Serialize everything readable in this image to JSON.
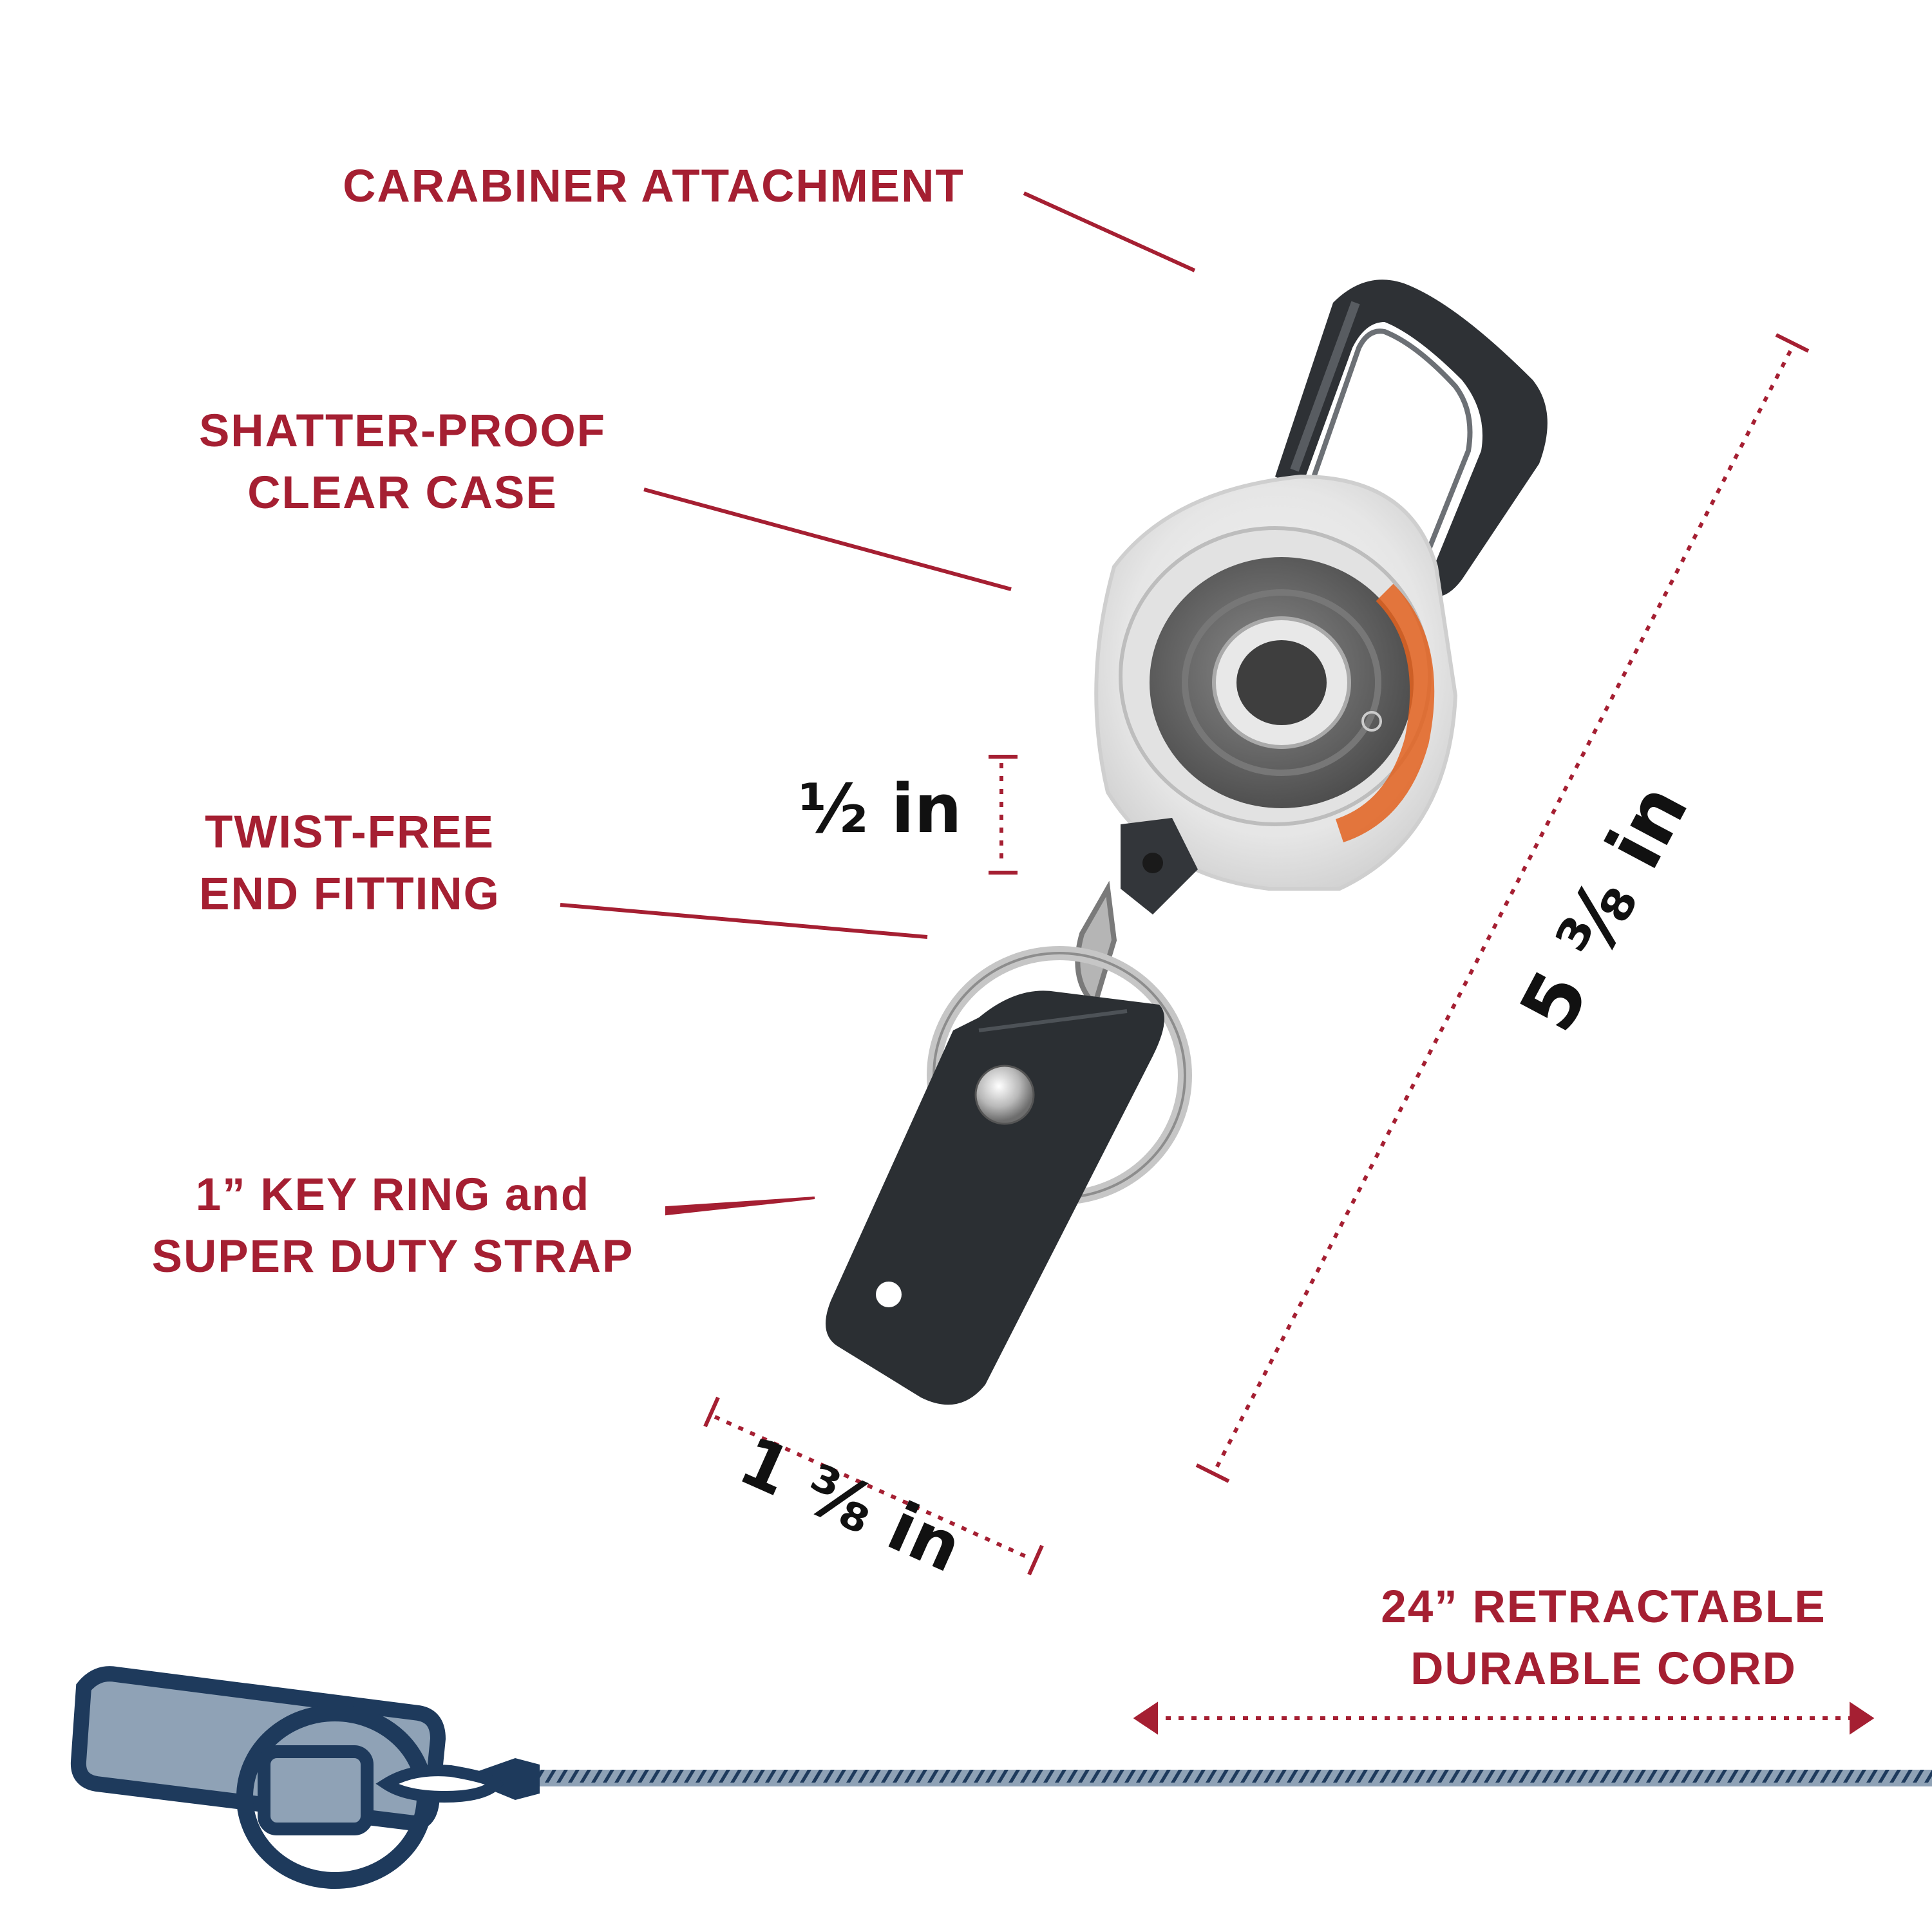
{
  "callouts": {
    "carabiner": "CARABINER ATTACHMENT",
    "case": [
      "SHATTER-PROOF",
      "CLEAR CASE"
    ],
    "fitting": [
      "TWIST-FREE",
      "END FITTING"
    ],
    "keyring": [
      "1” KEY RING and",
      "SUPER DUTY STRAP"
    ],
    "cord": [
      "24” RETRACTABLE",
      "DURABLE CORD"
    ]
  },
  "dimensions": {
    "half": "½ in",
    "height": "5 ⅜ in",
    "width": "1 ⅜ in"
  },
  "colors": {
    "accent": "#a51f32",
    "navy": "#1e3a5c",
    "strap": "#2b2f33"
  },
  "icons": [
    "carabiner-icon",
    "reel-case-icon",
    "key-ring-icon",
    "strap-icon",
    "cord-illustration-icon"
  ]
}
